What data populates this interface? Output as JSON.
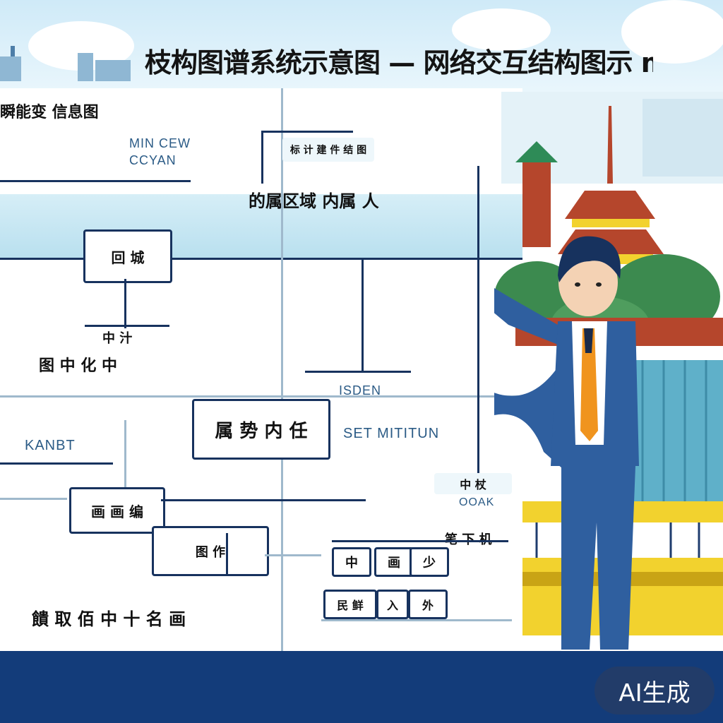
{
  "title": "枝构图谱系统示意图 — 网络交互结构图示 ma",
  "board": {
    "header_label": "瞬能变 信息图",
    "latin_top": [
      "MIN CEW",
      "CCYAN"
    ],
    "top_node": "标 计 建 件 结 图",
    "center_heading": "的属区域 内属 人",
    "left_box": "回 城",
    "mid_left_node": "中 汁",
    "left_caption": "图 中 化 中",
    "latin_right_1": "ISDEN",
    "center_node": "属 势 内 任",
    "latin_right_2": "SET MITITUN",
    "latin_left": "KANBT",
    "right_small_node": "中 杖",
    "latin_right_3": "OOAK",
    "bottom_left_node": "画 画 编",
    "bottom_mid_node": "图 作",
    "bottom_right_top": "笔 下 机",
    "bottom_right_row": [
      "中",
      "画",
      "少"
    ],
    "bottom_right_row2": [
      "民 鲜",
      "入",
      "外"
    ],
    "bottom_caption": "饋 取 佰 中 十 名 画"
  },
  "badge": "AI生成",
  "colors": {
    "navy": "#17325e",
    "footer": "#133c7a",
    "suit": "#2f5f9f",
    "tie_orange": "#f0941e",
    "building_yellow": "#f2d22e",
    "roof_red": "#b5462c"
  }
}
